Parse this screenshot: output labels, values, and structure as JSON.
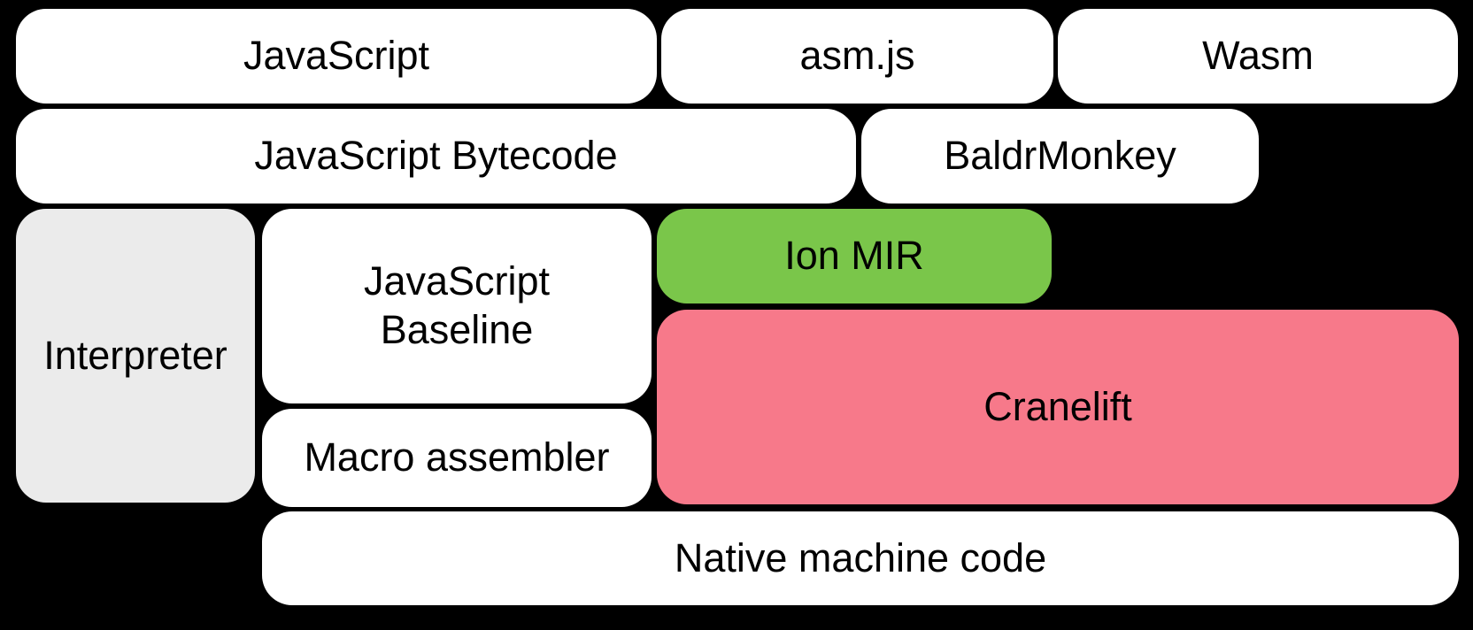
{
  "canvas": {
    "background": "#000000",
    "text_color": "#000000"
  },
  "colors": {
    "white_box": "#ffffff",
    "gray_box": "#ebebeb",
    "green_box": "#7ac64a",
    "pink_box": "#f7798a"
  },
  "boxes": {
    "javascript": {
      "label": "JavaScript",
      "bg": "#ffffff"
    },
    "asm_js": {
      "label": "asm.js",
      "bg": "#ffffff"
    },
    "wasm": {
      "label": "Wasm",
      "bg": "#ffffff"
    },
    "javascript_bytecode": {
      "label": "JavaScript Bytecode",
      "bg": "#ffffff"
    },
    "baldrmonkey": {
      "label": "BaldrMonkey",
      "bg": "#ffffff"
    },
    "interpreter": {
      "label": "Interpreter",
      "bg": "#ebebeb"
    },
    "javascript_baseline": {
      "label": "JavaScript\nBaseline",
      "bg": "#ffffff"
    },
    "ion_mir": {
      "label": "Ion MIR",
      "bg": "#7ac64a"
    },
    "cranelift": {
      "label": "Cranelift",
      "bg": "#f7798a"
    },
    "macro_assembler": {
      "label": "Macro assembler",
      "bg": "#ffffff"
    },
    "native_machine_code": {
      "label": "Native machine code",
      "bg": "#ffffff"
    }
  }
}
